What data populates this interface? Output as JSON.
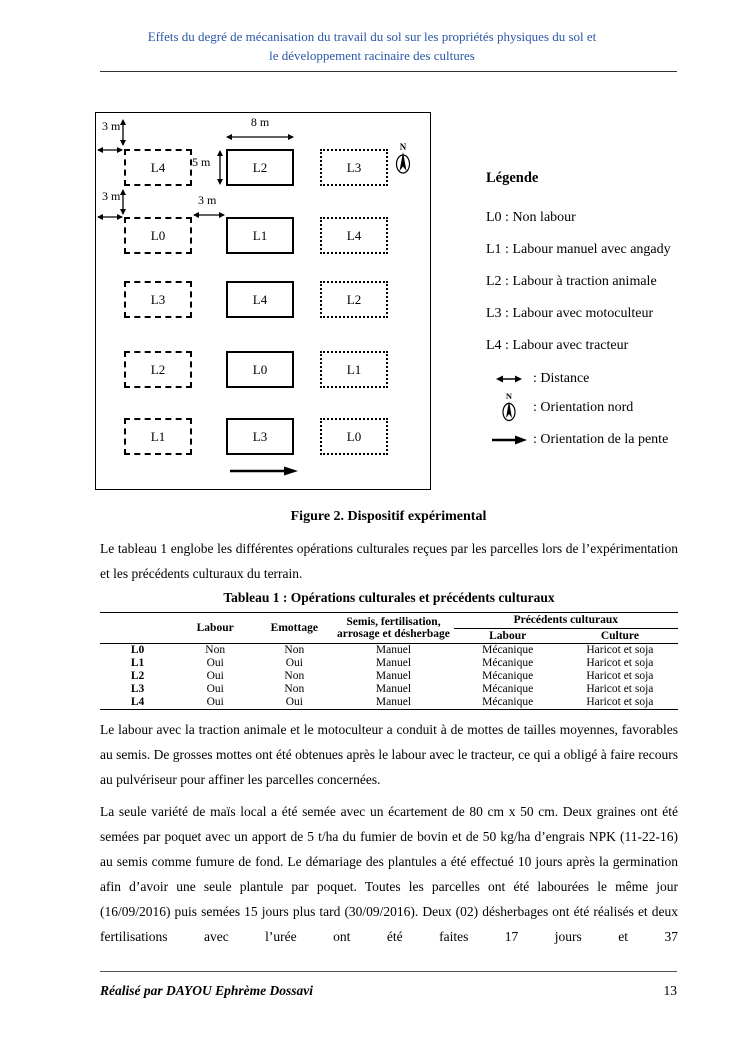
{
  "header": {
    "title_line1": "Effets du degré de mécanisation du travail du sol sur les propriétés physiques du sol et",
    "title_line2": "le développement racinaire des cultures",
    "accent_color": "#2B57A8"
  },
  "figure": {
    "north_letter": "N",
    "dims": {
      "top_gap": "3 m",
      "plot_width": "8 m",
      "plot_height": "5 m",
      "row_gap": "3 m",
      "col_gap": "3 m"
    },
    "grid": [
      [
        "L4",
        "L2",
        "L3"
      ],
      [
        "L0",
        "L1",
        "L4"
      ],
      [
        "L3",
        "L4",
        "L2"
      ],
      [
        "L2",
        "L0",
        "L1"
      ],
      [
        "L1",
        "L3",
        "L0"
      ]
    ],
    "caption": "Figure 2. Dispositif expérimental"
  },
  "legend": {
    "title": "Légende",
    "items": [
      "L0 : Non labour",
      "L1 : Labour manuel avec angady",
      "L2 : Labour à traction animale",
      "L3 : Labour avec motoculteur",
      "L4 : Labour avec tracteur"
    ],
    "symbols": [
      {
        "icon": "double-arrow-icon",
        "label": ": Distance"
      },
      {
        "icon": "north-compass-icon",
        "label": ": Orientation nord"
      },
      {
        "icon": "slope-arrow-icon",
        "label": ": Orientation de la pente"
      }
    ]
  },
  "content": {
    "p1": "Le tableau 1 englobe les différentes opérations culturales reçues par les parcelles lors de l’expérimentation et les précédents culturaux du terrain.",
    "table_title": "Tableau 1 : Opérations culturales et précédents culturaux",
    "p2": "Le labour avec la traction animale et le motoculteur a conduit à de mottes de tailles moyennes, favorables au semis. De grosses mottes ont été obtenues après le labour avec le tracteur, ce qui a obligé à faire recours au pulvériseur pour affiner les parcelles concernées.",
    "p3": "La seule variété de maïs local a été semée avec un écartement de 80 cm x 50 cm. Deux graines ont été semées par poquet avec un apport de 5 t/ha du fumier de bovin et de 50 kg/ha d’engrais NPK (11-22-16) au semis comme fumure de fond. Le démariage des plantules a été effectué 10 jours après la germination afin d’avoir une seule plantule par poquet. Toutes les parcelles ont été labourées le même jour (16/09/2016) puis semées 15 jours plus tard (30/09/2016). Deux (02) désherbages ont été réalisés et deux fertilisations avec l’urée ont été faites 17 jours et 37"
  },
  "table": {
    "headers": {
      "labour": "Labour",
      "emottage": "Emottage",
      "semis": "Semis, fertilisation, arrosage et désherbage",
      "precedents": "Précédents culturaux",
      "prec_labour": "Labour",
      "culture": "Culture"
    },
    "rows": [
      {
        "label": "L0",
        "labour": "Non",
        "emottage": "Non",
        "semis": "Manuel",
        "prec_labour": "Mécanique",
        "culture": "Haricot et soja"
      },
      {
        "label": "L1",
        "labour": "Oui",
        "emottage": "Oui",
        "semis": "Manuel",
        "prec_labour": "Mécanique",
        "culture": "Haricot et soja"
      },
      {
        "label": "L2",
        "labour": "Oui",
        "emottage": "Non",
        "semis": "Manuel",
        "prec_labour": "Mécanique",
        "culture": "Haricot et soja"
      },
      {
        "label": "L3",
        "labour": "Oui",
        "emottage": "Non",
        "semis": "Manuel",
        "prec_labour": "Mécanique",
        "culture": "Haricot et soja"
      },
      {
        "label": "L4",
        "labour": "Oui",
        "emottage": "Oui",
        "semis": "Manuel",
        "prec_labour": "Mécanique",
        "culture": "Haricot et soja"
      }
    ]
  },
  "footer": {
    "author": "Réalisé par DAYOU Ephrème Dossavi",
    "page_number": "13"
  }
}
